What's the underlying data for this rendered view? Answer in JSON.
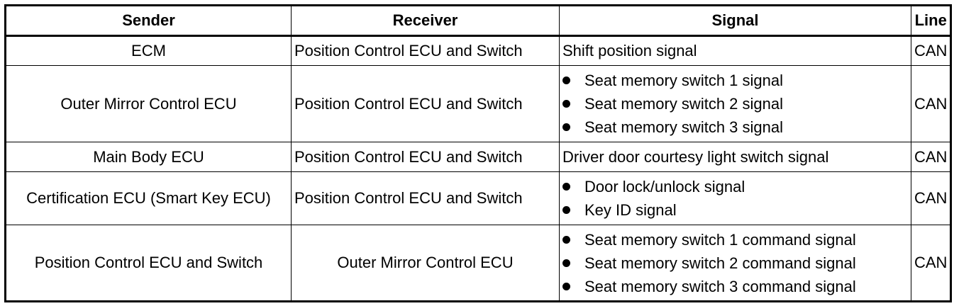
{
  "table": {
    "headers": {
      "sender": "Sender",
      "receiver": "Receiver",
      "signal": "Signal",
      "line": "Line"
    },
    "rows": [
      {
        "sender": "ECM",
        "receiver": "Position Control ECU and Switch",
        "signal_text": "Shift position signal",
        "line": "CAN"
      },
      {
        "sender": "Outer Mirror Control ECU",
        "receiver": "Position Control ECU and Switch",
        "signals": [
          "Seat memory switch 1 signal",
          "Seat memory switch 2 signal",
          "Seat memory switch 3 signal"
        ],
        "line": "CAN"
      },
      {
        "sender": "Main Body ECU",
        "receiver": "Position Control ECU and Switch",
        "signal_text": "Driver door courtesy light switch signal",
        "line": "CAN"
      },
      {
        "sender": "Certification ECU (Smart Key ECU)",
        "receiver": "Position Control ECU and Switch",
        "signals": [
          "Door lock/unlock signal",
          "Key ID signal"
        ],
        "line": "CAN"
      },
      {
        "sender": "Position Control ECU and Switch",
        "receiver": "Outer Mirror Control ECU",
        "signals": [
          "Seat memory switch 1 command signal",
          "Seat memory switch 2 command signal",
          "Seat memory switch 3 command signal"
        ],
        "line": "CAN"
      }
    ]
  }
}
